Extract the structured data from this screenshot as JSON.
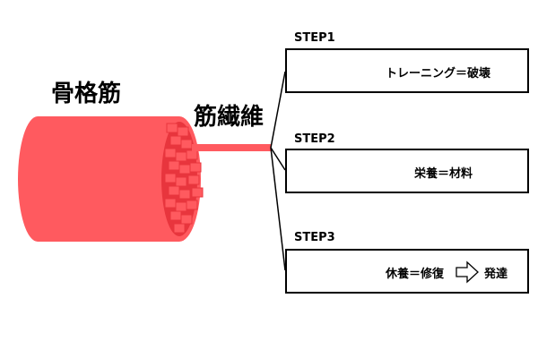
{
  "muscle": {
    "label": "骨格筋"
  },
  "fiber": {
    "label": "筋繊維"
  },
  "steps": [
    {
      "label": "STEP1",
      "text": "トレーニング＝破壊"
    },
    {
      "label": "STEP2",
      "text": "栄養＝材料"
    },
    {
      "label": "STEP3",
      "text_before": "休養＝修復",
      "text_after": "発達"
    }
  ],
  "colors": {
    "muscle": "#ff5a5f",
    "muscle_dark": "#e8353d",
    "fiber_end": "#d82a32",
    "line": "#000000"
  }
}
